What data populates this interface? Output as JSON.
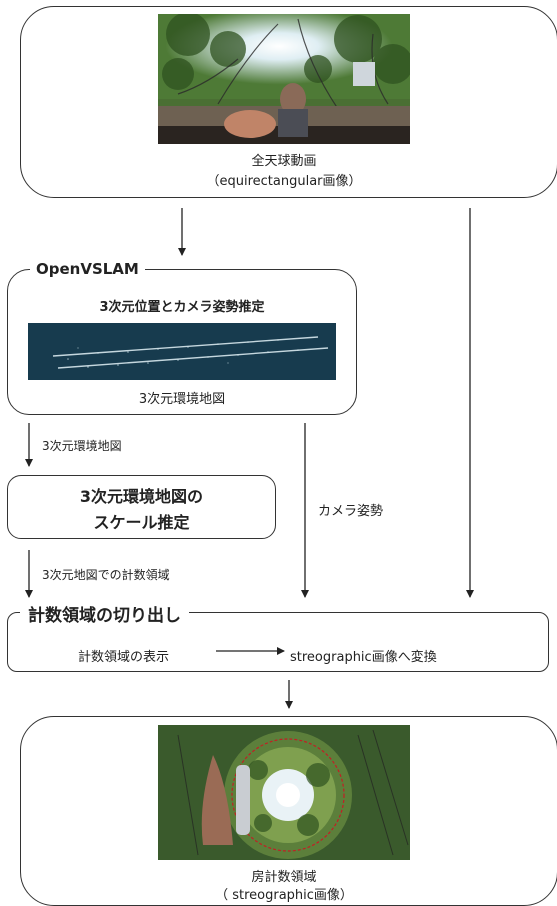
{
  "input_video": {
    "label_line1": "全天球動画",
    "label_line2": "（equirectangular画像）"
  },
  "openvslam": {
    "title": "OpenVSLAM",
    "heading": "3次元位置とカメラ姿勢推定",
    "map_caption": "3次元環境地図"
  },
  "edge_map": {
    "label": "3次元環境地図"
  },
  "scale": {
    "line1": "3次元環境地図の",
    "line2": "スケール推定"
  },
  "edge_pose": {
    "label": "カメラ姿勢"
  },
  "edge_area": {
    "label": "3次元地図での計数領域"
  },
  "extract": {
    "title": "計数領域の切り出し",
    "step1": "計数領域の表示",
    "step2": "streographic画像へ変換"
  },
  "output": {
    "label_line1": "房計数領域",
    "label_line2": "（ streographic画像）"
  },
  "colors": {
    "stroke": "#333333",
    "pointcloud_bg": "#173b4e",
    "pointcloud_fg": "#d8e8ee",
    "foliage": "#3f6b2a",
    "sky": "#e9f2f6",
    "region_circle": "#c21f24"
  }
}
